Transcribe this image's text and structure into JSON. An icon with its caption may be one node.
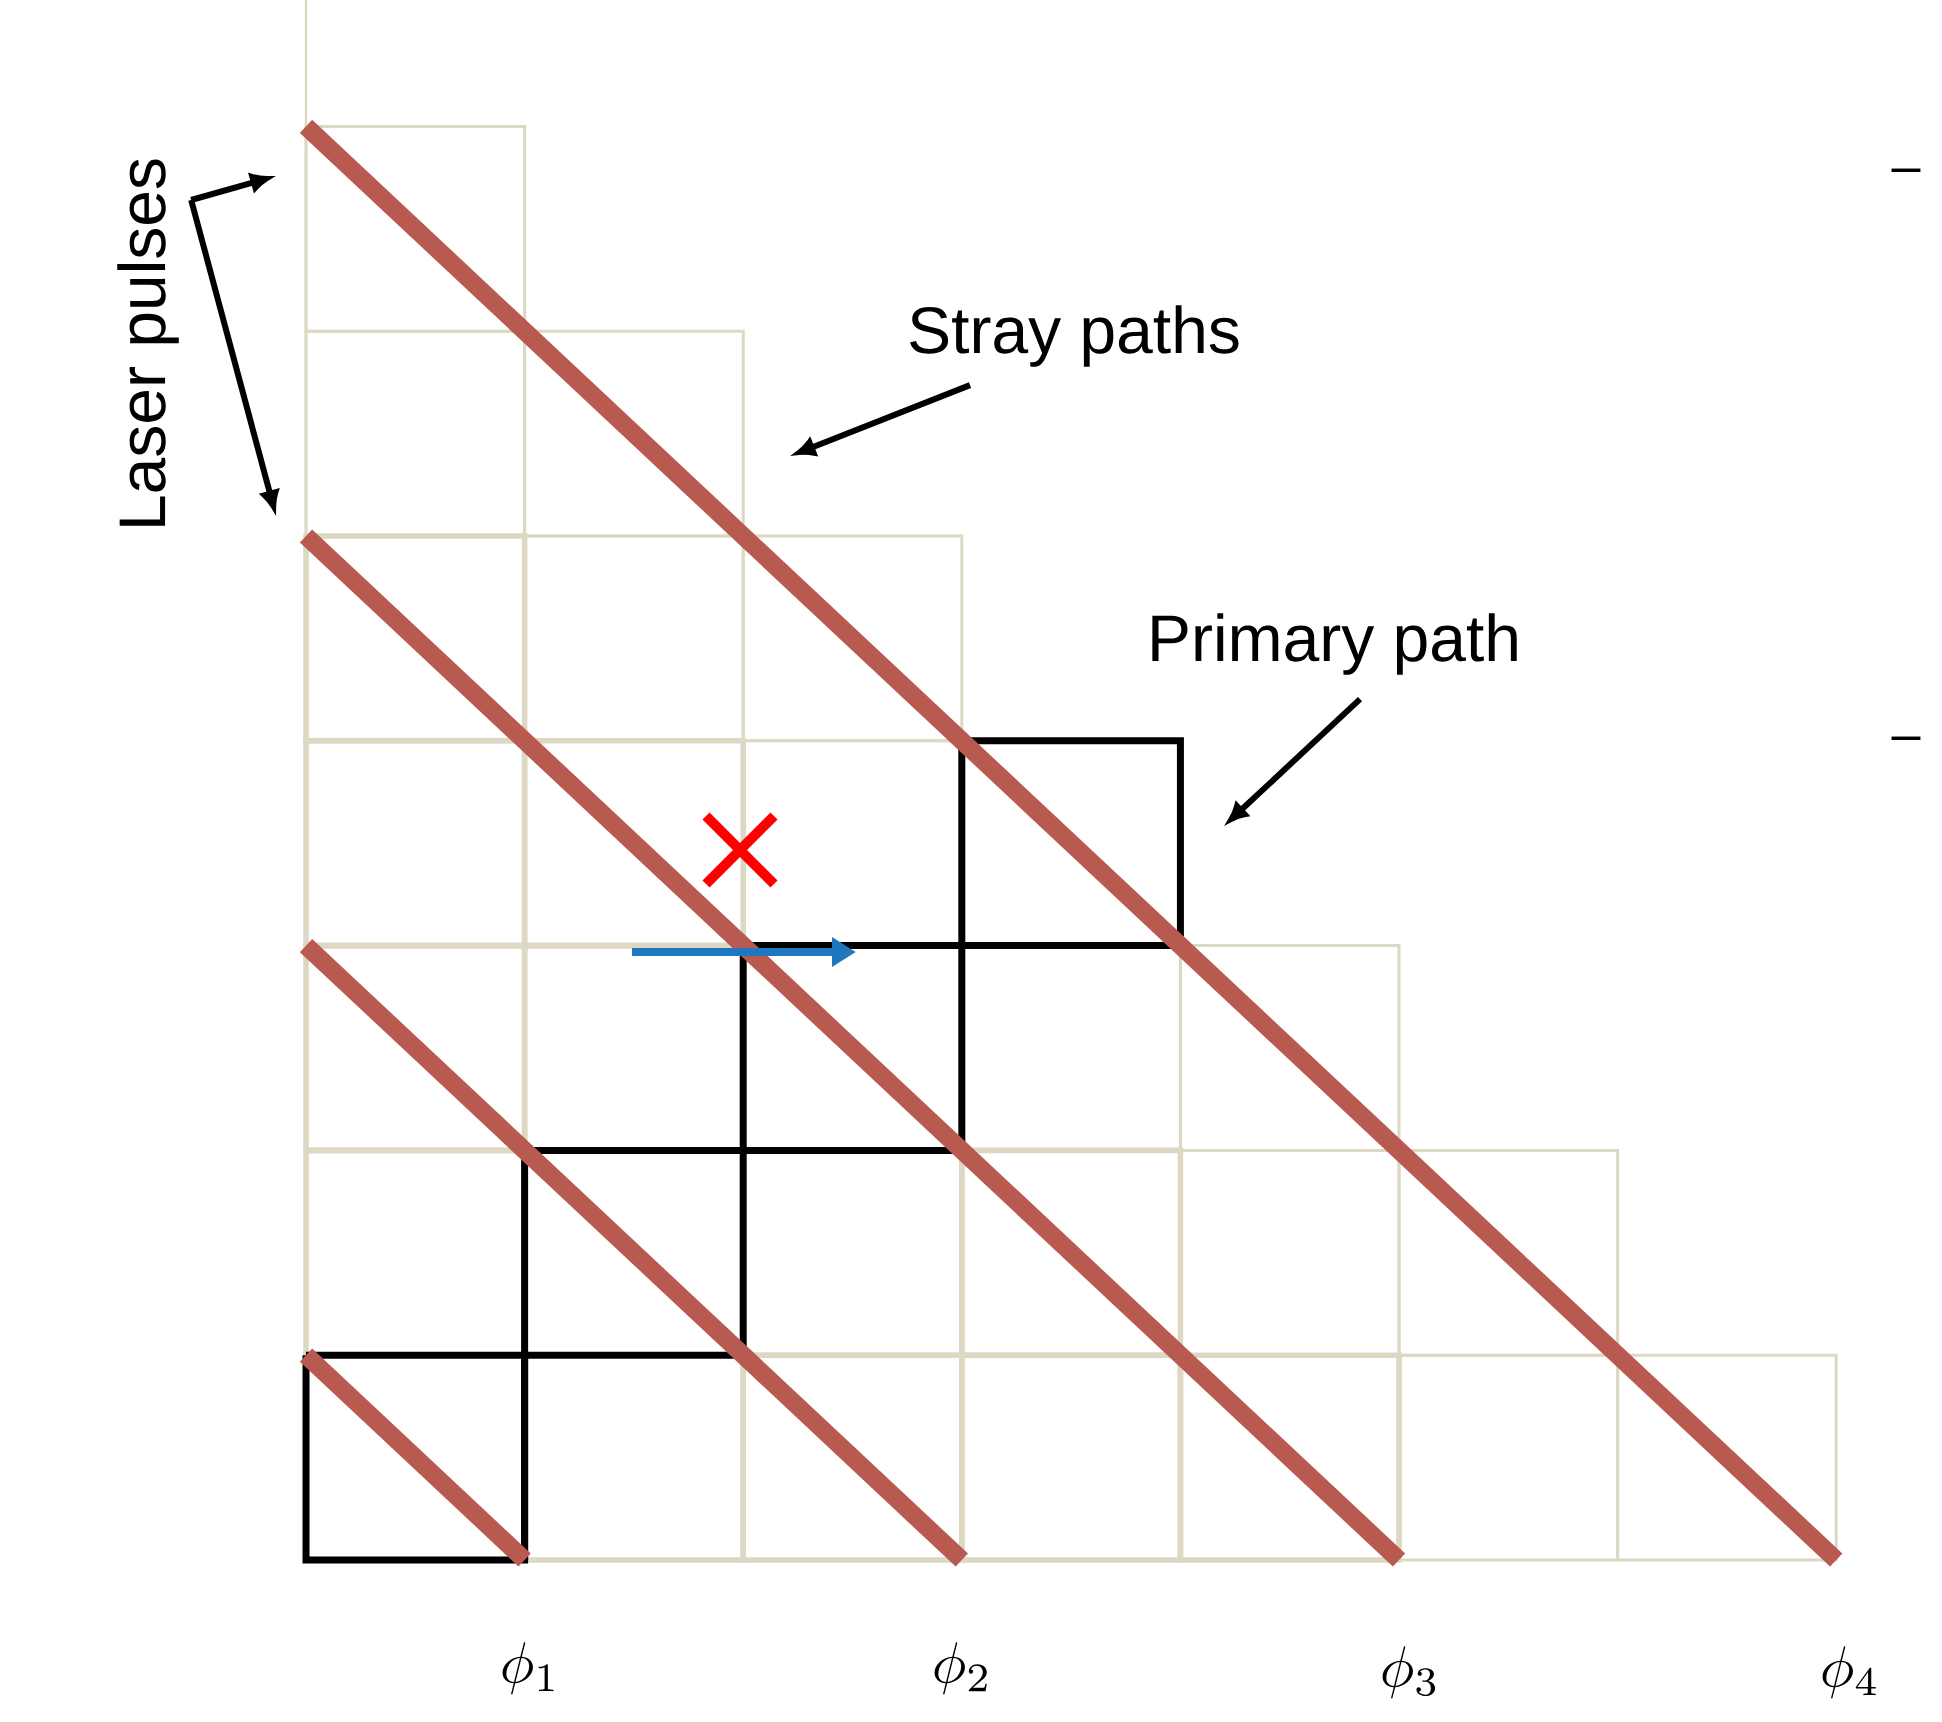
{
  "diagram": {
    "nodes": [
      {
        "text": [
          "Laser pulses"
        ]
      },
      {
        "text": [
          "Stray paths"
        ]
      },
      {
        "text": [
          "Primary path"
        ]
      }
    ],
    "edges": [
      {
        "from": 0,
        "to": null,
        "arrow": "to"
      },
      {
        "from": 0,
        "to": null,
        "arrow": "to"
      },
      {
        "from": 1,
        "to": null,
        "arrow": "to"
      },
      {
        "from": 2,
        "to": null,
        "arrow": "to"
      }
    ],
    "labels": [
      "–",
      "–",
      "\\phi_1",
      "\\phi_2",
      "\\phi_3",
      "\\phi_4"
    ]
  }
}
